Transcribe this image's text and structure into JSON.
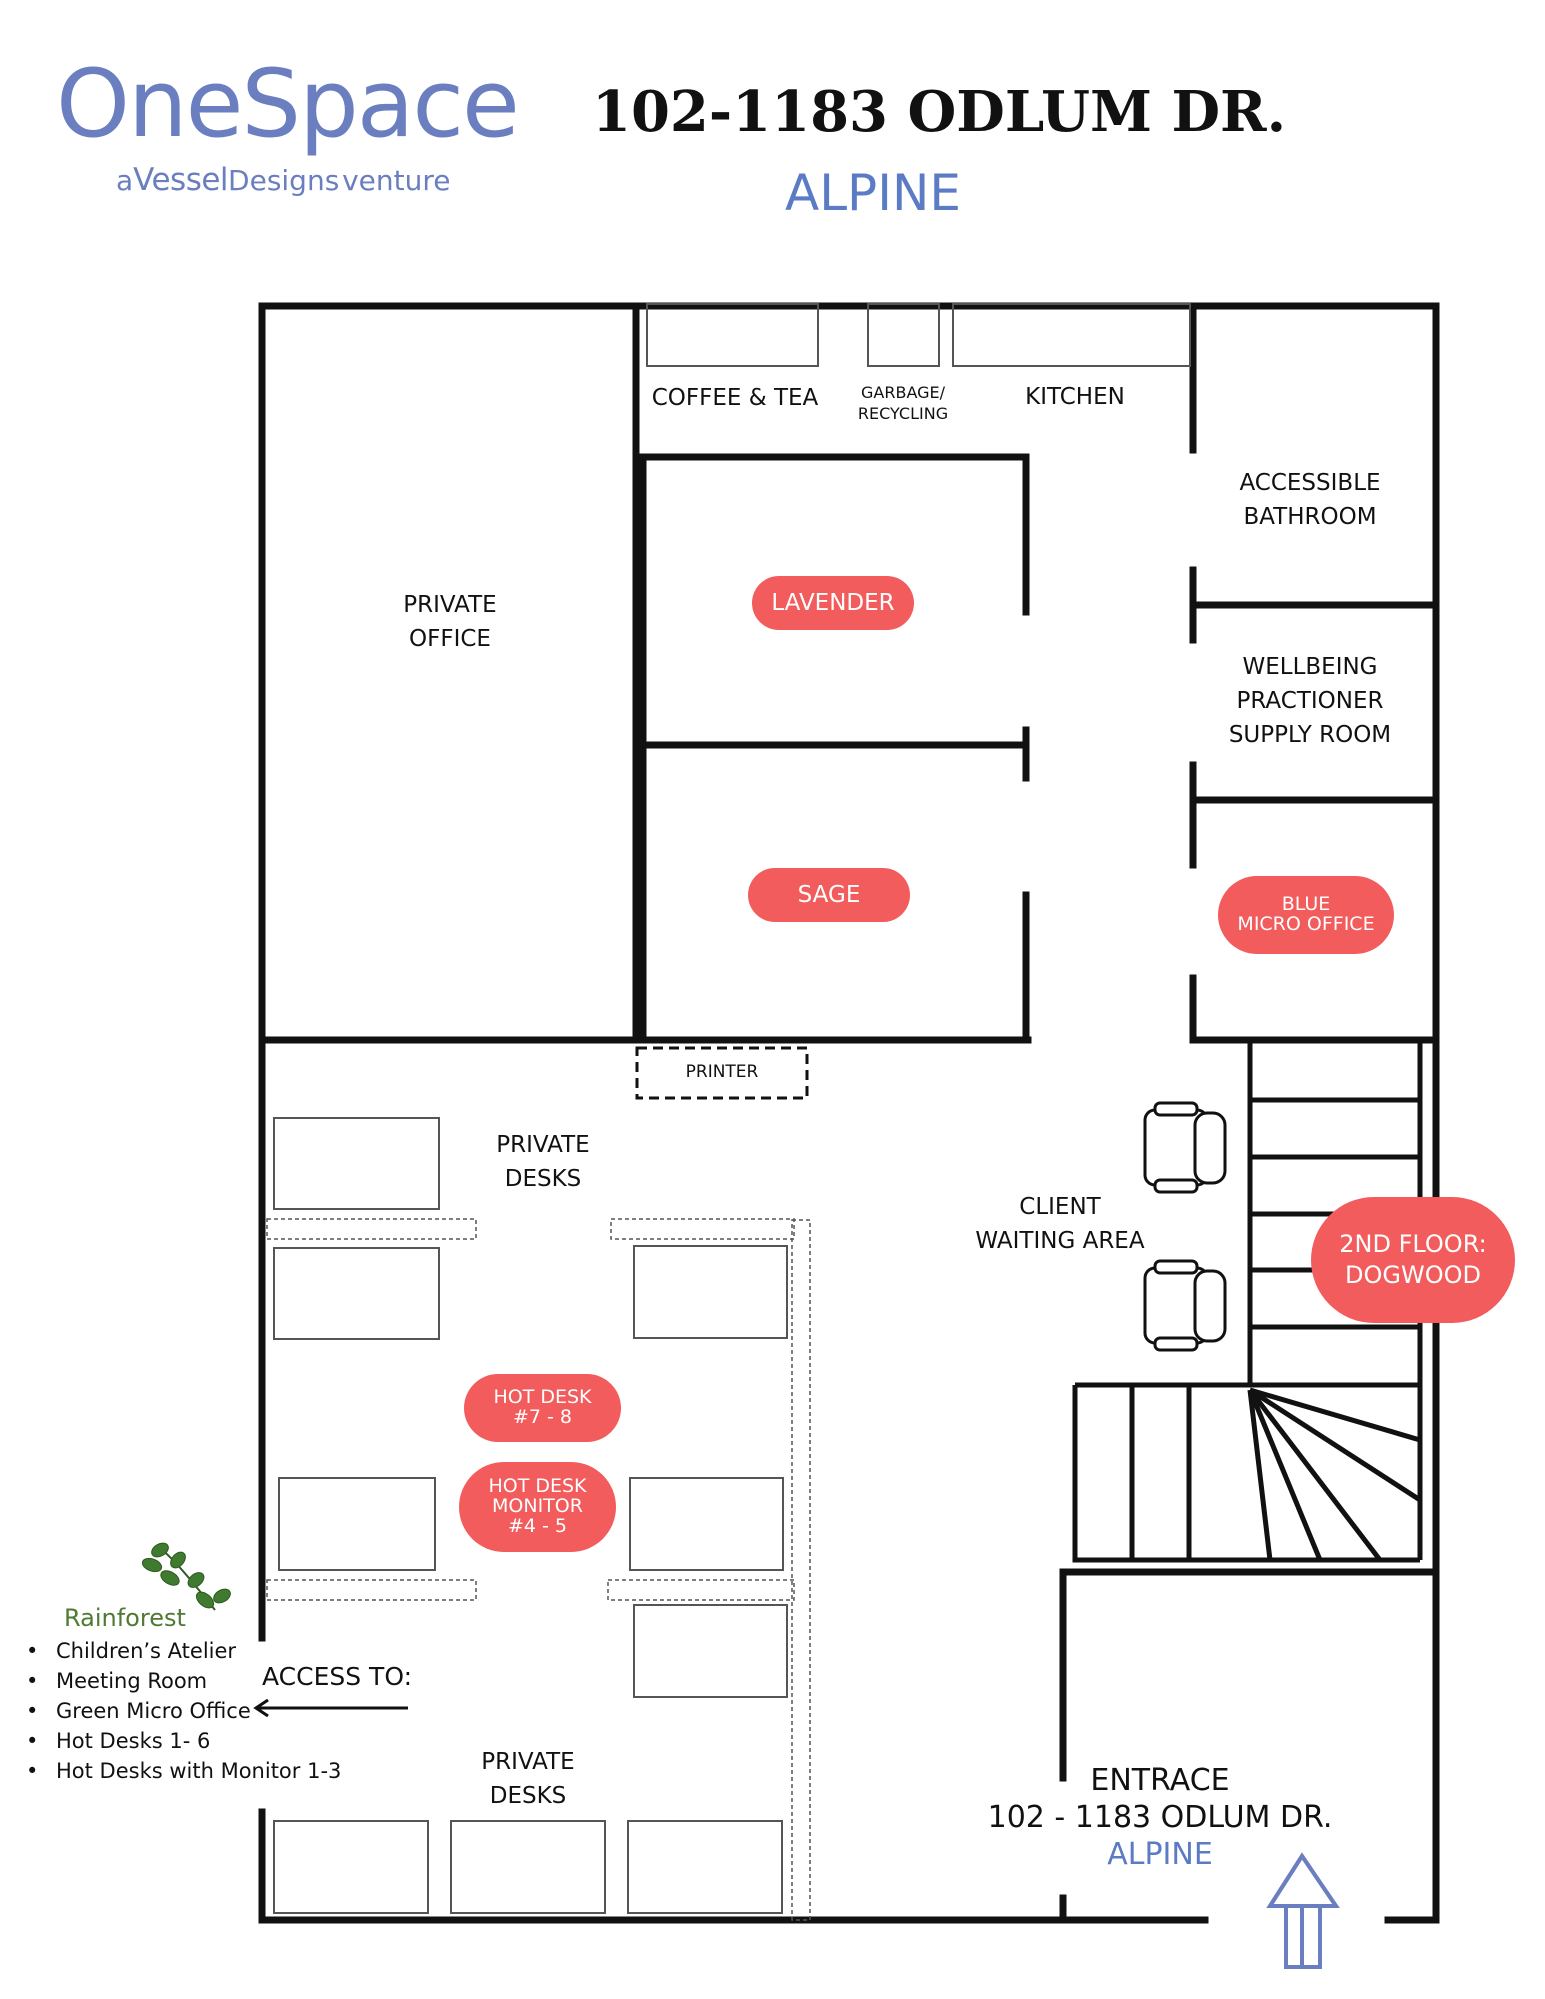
{
  "header": {
    "logo_main": "OneSpace",
    "logo_sub_a": "a",
    "logo_sub_vessel": "Vessel",
    "logo_sub_designs": "Designs",
    "logo_sub_venture": "venture",
    "title": "102-1183 ODLUM DR.",
    "subtitle": "ALPINE"
  },
  "rooms": {
    "coffee": "COFFEE & TEA",
    "garbage": "GARBAGE/\nRECYCLING",
    "kitchen": "KITCHEN",
    "private_office": "PRIVATE\nOFFICE",
    "bathroom": "ACCESSIBLE\nBATHROOM",
    "wellbeing": "WELLBEING\nPRACTIONER\nSUPPLY ROOM",
    "printer": "PRINTER",
    "private_desks_top": "PRIVATE\nDESKS",
    "private_desks_bottom": "PRIVATE\nDESKS",
    "waiting": "CLIENT\nWAITING AREA"
  },
  "pills": {
    "lavender": "LAVENDER",
    "sage": "SAGE",
    "blue": "BLUE\nMICRO OFFICE",
    "dogwood": "2ND FLOOR:\nDOGWOOD",
    "hotdesk78": "HOT DESK\n#7 - 8",
    "hotdesk45": "HOT DESK\nMONITOR\n#4 - 5"
  },
  "access": {
    "title": "Rainforest",
    "items": [
      "Children’s Atelier",
      "Meeting Room",
      "Green Micro Office",
      "Hot Desks 1- 6",
      "Hot Desks with Monitor 1-3"
    ],
    "label": "ACCESS TO:"
  },
  "entrance": {
    "line1": "ENTRACE",
    "line2": "102 - 1183 ODLUM DR.",
    "line3": "ALPINE"
  },
  "colors": {
    "accent": "#f25c5c",
    "brand": "#6b7fc0",
    "alpine": "#5b7bc4",
    "wall": "#111111"
  }
}
